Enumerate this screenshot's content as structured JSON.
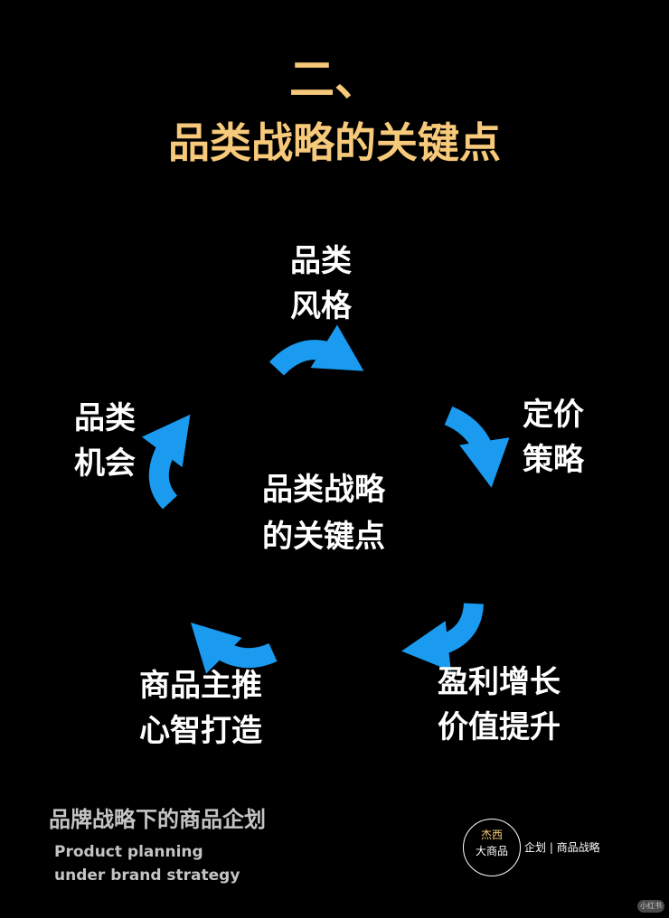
{
  "header": {
    "number": "二、",
    "title": "品类战略的关键点"
  },
  "diagram": {
    "center": [
      "品类战略",
      "的关键点"
    ],
    "nodes": {
      "top": [
        "品类",
        "风格"
      ],
      "right_top": [
        "定价",
        "策略"
      ],
      "right_bottom": [
        "盈利增长",
        "价值提升"
      ],
      "left_bottom": [
        "商品主推",
        "心智打造"
      ],
      "left_top": [
        "品类",
        "机会"
      ]
    }
  },
  "footer": {
    "subtitle_cn": "品牌战略下的商品企划",
    "subtitle_en": [
      "Product planning",
      "under brand strategy"
    ],
    "badge_top": "杰西",
    "badge_bottom": "大商品",
    "badge_side": "企划 | 商品战略",
    "watermark": "小红书"
  },
  "colors": {
    "background": "#000000",
    "title": "#f7c97a",
    "text": "#ffffff",
    "arrow": "#1a9bf0",
    "footer_cn": "#c4c4c4",
    "footer_en": "#c4c4c4",
    "badge_top": "#f7c97a"
  }
}
